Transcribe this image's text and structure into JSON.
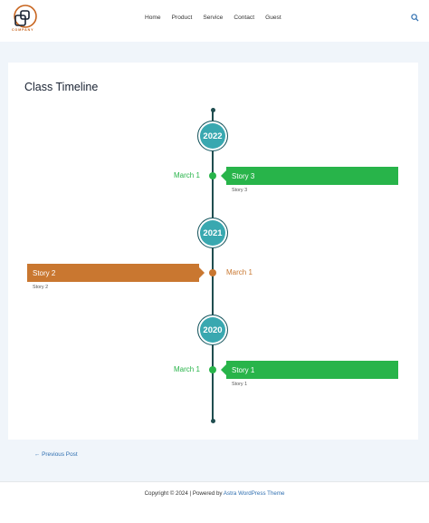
{
  "header": {
    "logo_text": "COMPANY",
    "nav": [
      "Home",
      "Product",
      "Service",
      "Contact",
      "Guest"
    ],
    "search_icon": "search-icon"
  },
  "content": {
    "title": "Class Timeline"
  },
  "timeline": {
    "years": [
      "2022",
      "2021",
      "2020"
    ],
    "events": [
      {
        "date": "March 1",
        "title": "Story 3",
        "desc": "Story 3",
        "color": "#28b44a"
      },
      {
        "date": "March 1",
        "title": "Story 2",
        "desc": "Story 2",
        "color": "#c97730"
      },
      {
        "date": "March 1",
        "title": "Story 1",
        "desc": "Story 1",
        "color": "#28b44a"
      }
    ]
  },
  "navigation": {
    "prev_label": "← Previous Post"
  },
  "footer": {
    "copyright": "Copyright © 2024 | Powered by ",
    "theme_link": "Astra WordPress Theme"
  },
  "colors": {
    "accent": "#39a8b0",
    "green": "#28b44a",
    "orange": "#c97730",
    "background": "#f0f5fa",
    "link": "#2f6fb0"
  }
}
